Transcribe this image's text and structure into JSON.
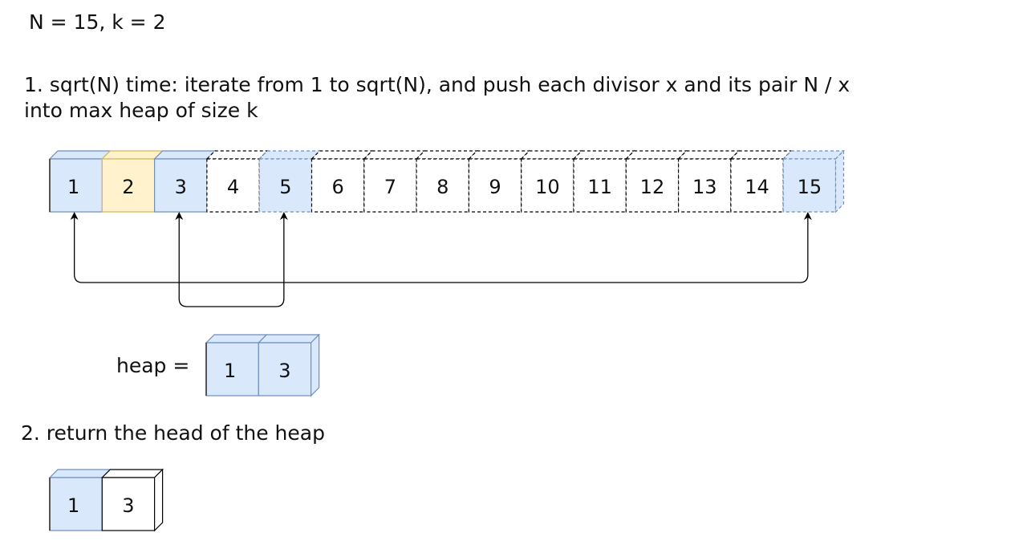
{
  "header": {
    "params": "N = 15, k = 2"
  },
  "step1": {
    "line1": "1. sqrt(N) time: iterate from 1 to sqrt(N), and push each divisor x and its pair N / x",
    "line2": "into max heap of size k"
  },
  "array": {
    "cells": [
      {
        "label": "1",
        "style": "blue"
      },
      {
        "label": "2",
        "style": "yellow"
      },
      {
        "label": "3",
        "style": "blue"
      },
      {
        "label": "4",
        "style": "dashed"
      },
      {
        "label": "5",
        "style": "blue-dashed"
      },
      {
        "label": "6",
        "style": "dashed"
      },
      {
        "label": "7",
        "style": "dashed"
      },
      {
        "label": "8",
        "style": "dashed"
      },
      {
        "label": "9",
        "style": "dashed"
      },
      {
        "label": "10",
        "style": "dashed"
      },
      {
        "label": "11",
        "style": "dashed"
      },
      {
        "label": "12",
        "style": "dashed"
      },
      {
        "label": "13",
        "style": "dashed"
      },
      {
        "label": "14",
        "style": "dashed"
      },
      {
        "label": "15",
        "style": "blue-dashed"
      }
    ],
    "pairs": [
      [
        0,
        14
      ],
      [
        2,
        4
      ]
    ]
  },
  "heap": {
    "label": "heap =",
    "cells": [
      {
        "label": "1",
        "style": "blue"
      },
      {
        "label": "3",
        "style": "blue"
      }
    ]
  },
  "step2": {
    "text": "2. return the head of the heap",
    "cells": [
      {
        "label": "1",
        "style": "blue"
      },
      {
        "label": "3",
        "style": "white"
      }
    ]
  },
  "colors": {
    "blue_fill": "#dae8fc",
    "blue_stroke": "#6c8ebf",
    "yellow_fill": "#fff2cc",
    "yellow_stroke": "#d6b656",
    "white_fill": "#ffffff",
    "line": "#000000"
  }
}
